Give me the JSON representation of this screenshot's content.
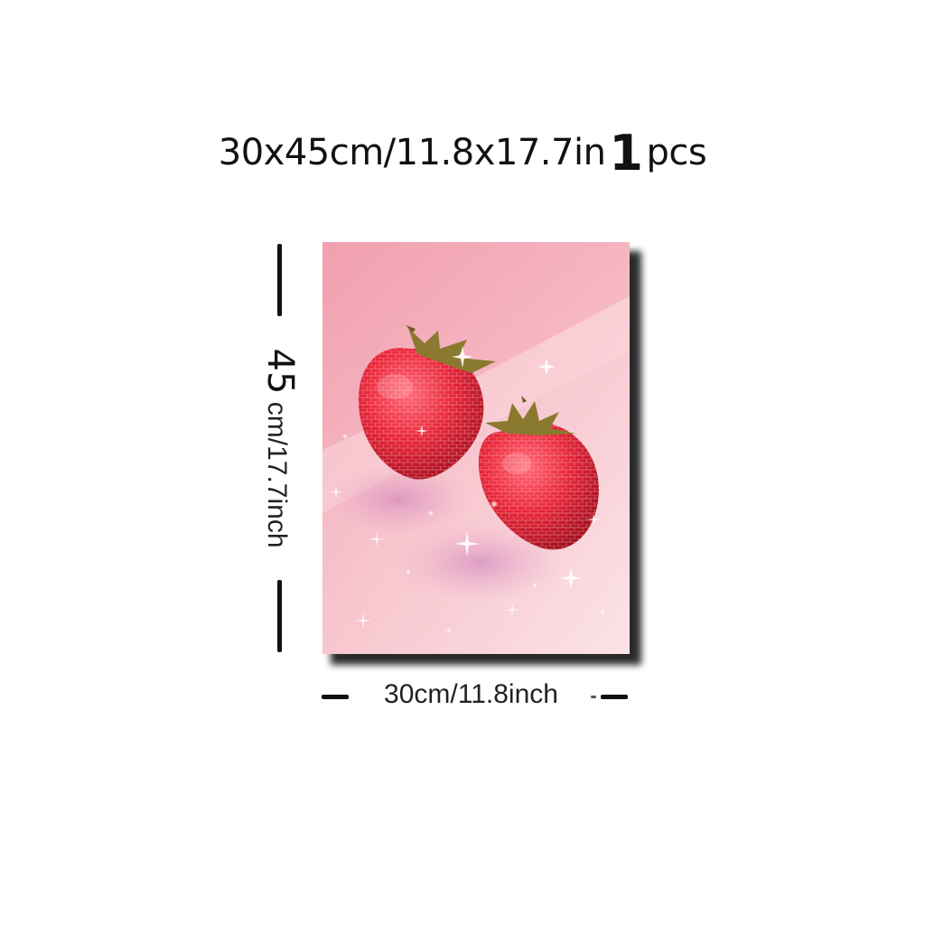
{
  "title": {
    "size_text": "30x45cm/11.8x17.7in",
    "quantity": "1",
    "unit": "pcs"
  },
  "dimensions": {
    "height": {
      "number": "45",
      "text": "cm/17.7inch"
    },
    "width": {
      "text": "30cm/11.8inch"
    }
  },
  "poster": {
    "subject": "two red disco-ball strawberries",
    "colors": {
      "background": "#f6c6cf",
      "strawberry": "#e8283a",
      "leaves": "#8a7a30"
    }
  }
}
